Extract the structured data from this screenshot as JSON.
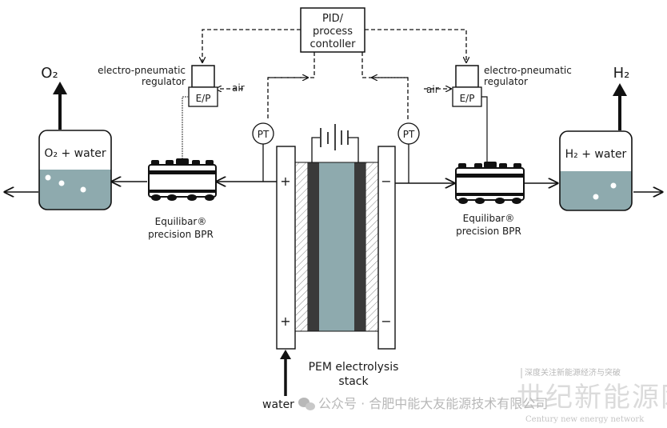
{
  "diagram": {
    "title": "PEM electrolysis back-pressure control schematic",
    "controller": {
      "line1": "PID/",
      "line2": "process",
      "line3": "contoller"
    },
    "left": {
      "gas_output": "O₂",
      "tank_label": "O₂ + water",
      "regulator_label_line1": "electro-pneumatic",
      "regulator_label_line2": "regulator",
      "ep_label": "E/P",
      "air_label": "air",
      "pt_label": "PT",
      "bpr_label_line1": "Equilibar®",
      "bpr_label_line2": "precision BPR",
      "electrode_sign": "+"
    },
    "right": {
      "gas_output": "H₂",
      "tank_label": "H₂ + water",
      "regulator_label_line1": "electro-pneumatic",
      "regulator_label_line2": "regulator",
      "ep_label": "E/P",
      "air_label": "air",
      "pt_label": "PT",
      "bpr_label_line1": "Equilibar®",
      "bpr_label_line2": "precision BPR",
      "electrode_sign": "−"
    },
    "stack": {
      "label_line1": "PEM electrolysis",
      "label_line2": "stack"
    },
    "water_input": "water",
    "colors": {
      "water": "#8eaaae",
      "membrane": "#8eaaae",
      "electrode": "#3a3a3a",
      "line": "#111111"
    }
  },
  "watermark": {
    "wechat": "公众号 · 合肥中能大友能源技术有限公司",
    "site_cn": "世纪新能源网",
    "tagline_cn": "深度关注新能源经济与突破",
    "site_en": "Century new energy network"
  }
}
